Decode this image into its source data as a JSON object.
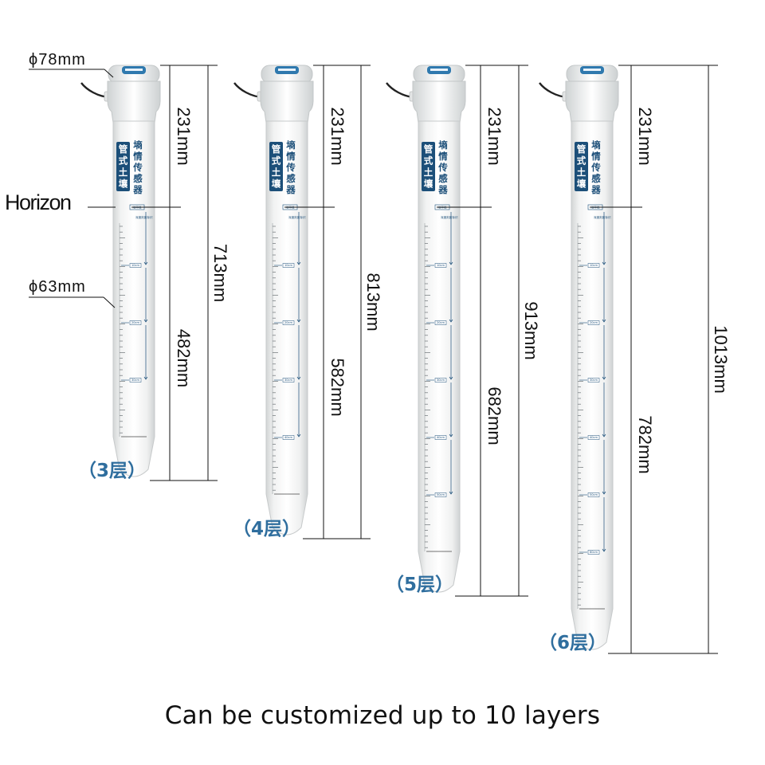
{
  "caption": "Can be customized up to 10 layers",
  "labels": {
    "outer_diameter": "ϕ78mm",
    "inner_diameter": "ϕ63mm",
    "horizon": "Horizon"
  },
  "product_label": {
    "name_col1": [
      "管",
      "式",
      "土",
      "壤"
    ],
    "name_col2": [
      "墒",
      "情",
      "传",
      "感",
      "器"
    ],
    "scale_top": "地平线",
    "scale_note": "深度刻度标识",
    "tick_labels": [
      "10cm",
      "20cm",
      "30cm",
      "40cm",
      "50cm",
      "60cm"
    ]
  },
  "colors": {
    "label_blue": "#1c4f79",
    "layer_text": "#2f6e9e",
    "tube": "#f4f5f4"
  },
  "sensors": [
    {
      "layer_label": "（3层）",
      "head_dim": "231mm",
      "below_dim": "482mm",
      "total_dim": "713mm",
      "layers": 3
    },
    {
      "layer_label": "（4层）",
      "head_dim": "231mm",
      "below_dim": "582mm",
      "total_dim": "813mm",
      "layers": 4
    },
    {
      "layer_label": "（5层）",
      "head_dim": "231mm",
      "below_dim": "682mm",
      "total_dim": "913mm",
      "layers": 5
    },
    {
      "layer_label": "（6层）",
      "head_dim": "231mm",
      "below_dim": "782mm",
      "total_dim": "1013mm",
      "layers": 6
    }
  ]
}
